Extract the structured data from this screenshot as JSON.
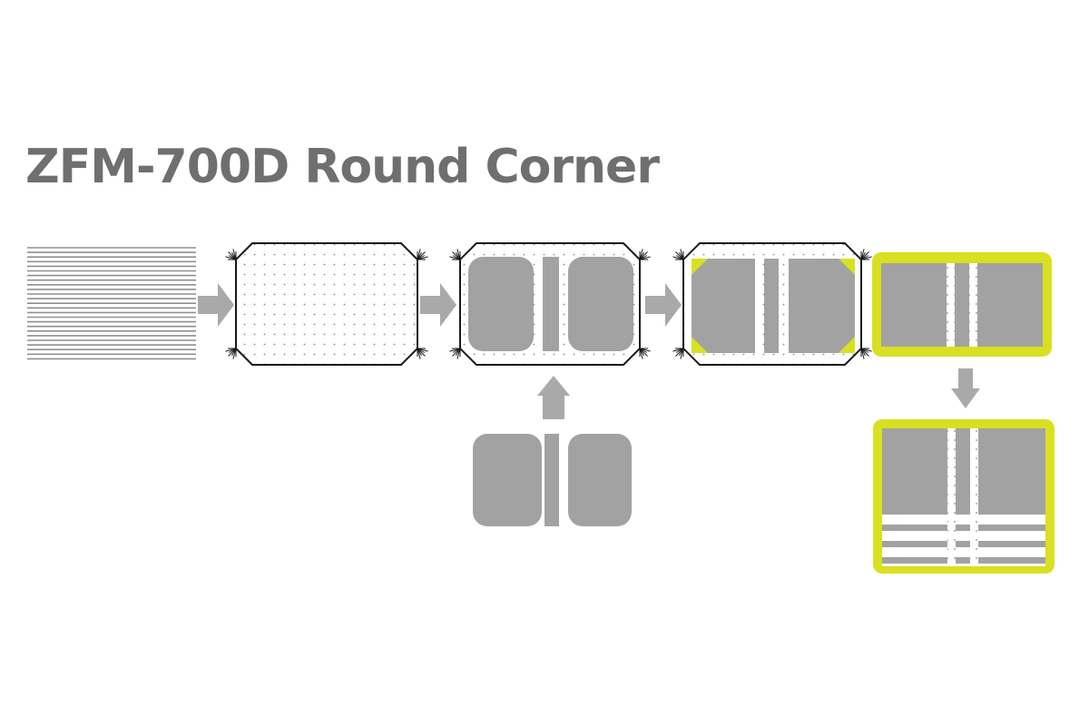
{
  "title": "ZFM-700D Round Corner",
  "colors": {
    "title": "#6f6f6f",
    "gray_fill": "#a2a2a2",
    "arrow": "#a9a9a9",
    "outline": "#1a1a1a",
    "highlight": "#d9e021",
    "dots": "#8a8a8a",
    "lines": "#8f8f8f"
  },
  "flow": [
    "stacked-sheets",
    "punched-sheet-blank",
    "sheet-with-cover",
    "sheet-corners-rounded",
    "finished-board",
    "finished-board-lined"
  ]
}
